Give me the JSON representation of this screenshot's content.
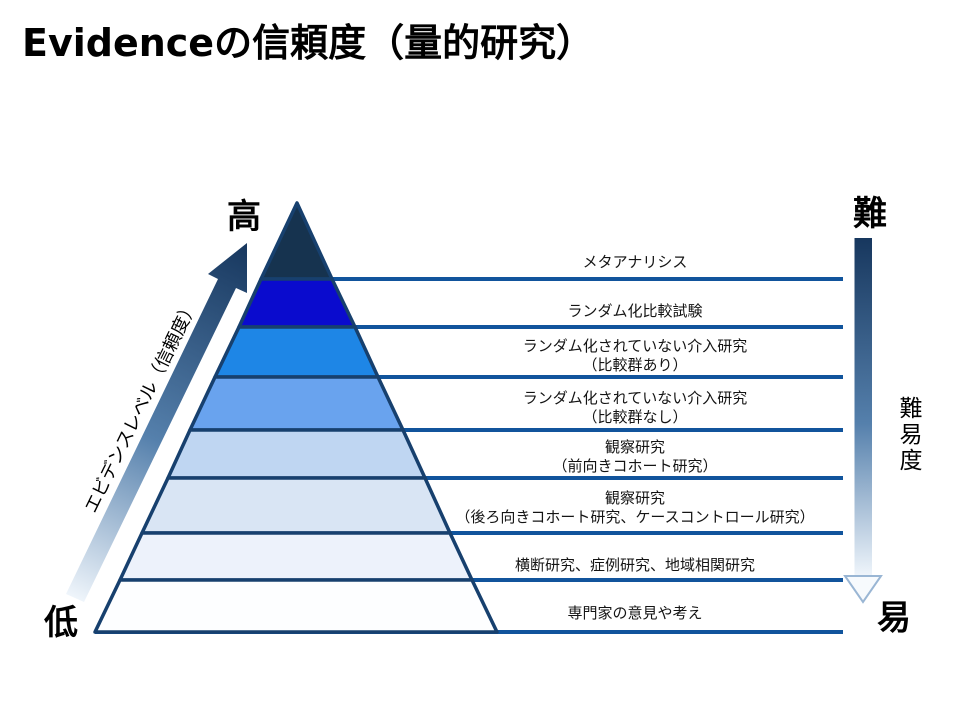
{
  "title": "Evidenceの信頼度（量的研究）",
  "pyramid": {
    "levels": [
      {
        "lines": [
          "メタアナリシス"
        ],
        "color": "#16334F"
      },
      {
        "lines": [
          "ランダム化比較試験"
        ],
        "color": "#0A0BCE"
      },
      {
        "lines": [
          "ランダム化されていない介入研究",
          "（比較群あり）"
        ],
        "color": "#1E86E6"
      },
      {
        "lines": [
          "ランダム化されていない介入研究",
          "（比較群なし）"
        ],
        "color": "#69A3EE"
      },
      {
        "lines": [
          "観察研究",
          "（前向きコホート研究）"
        ],
        "color": "#BFD6F2"
      },
      {
        "lines": [
          "観察研究",
          "（後ろ向きコホート研究、ケースコントロール研究）"
        ],
        "color": "#D9E5F4"
      },
      {
        "lines": [
          "横断研究、症例研究、地域相関研究"
        ],
        "color": "#EDF2FB"
      },
      {
        "lines": [
          "専門家の意見や考え"
        ],
        "color": "#FDFEFF"
      }
    ]
  },
  "left_axis": {
    "top_label": "高",
    "bottom_label": "低",
    "arrow_label": "エビデンスレベル（信頼度）"
  },
  "right_axis": {
    "top_label": "難",
    "bottom_label": "易",
    "arrow_label": "難易度"
  },
  "colors": {
    "rule_line": "#11549C",
    "pyramid_outline": "#17406E",
    "arrow_dark": "#17375E",
    "arrow_mid": "#5580AC",
    "arrow_light": "#EFF5FB",
    "arrowhead_outline": "#9AB6D4",
    "arrowhead_fill": "#F7FAFD",
    "background": "#FFFFFF",
    "text": "#000000"
  }
}
